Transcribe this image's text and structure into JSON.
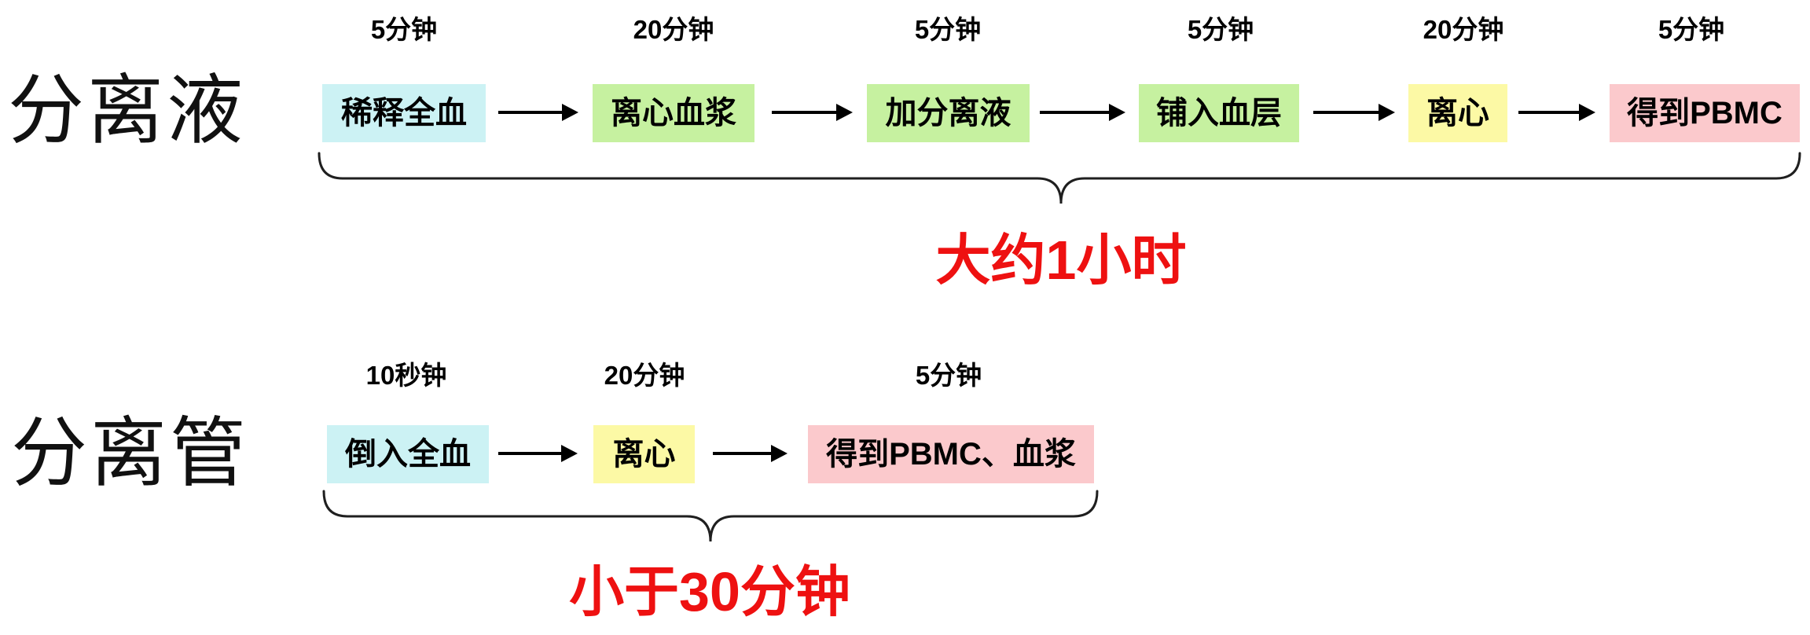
{
  "colors": {
    "cyan": "#ccf2f4",
    "green": "#c6f1a0",
    "yellow": "#fcf9a5",
    "pink": "#fbc9cc",
    "red": "#ee1111",
    "text": "#000000"
  },
  "rows": [
    {
      "label": "分离液",
      "total_time": "大约1小时",
      "steps": [
        {
          "time": "5分钟",
          "label": "稀释全血",
          "color": "cyan"
        },
        {
          "time": "20分钟",
          "label": "离心血浆",
          "color": "green"
        },
        {
          "time": "5分钟",
          "label": "加分离液",
          "color": "green"
        },
        {
          "time": "5分钟",
          "label": "铺入血层",
          "color": "green"
        },
        {
          "time": "20分钟",
          "label": "离心",
          "color": "yellow"
        },
        {
          "time": "5分钟",
          "label": "得到PBMC",
          "color": "pink"
        }
      ]
    },
    {
      "label": "分离管",
      "total_time": "小于30分钟",
      "steps": [
        {
          "time": "10秒钟",
          "label": "倒入全血",
          "color": "cyan"
        },
        {
          "time": "20分钟",
          "label": "离心",
          "color": "yellow"
        },
        {
          "time": "5分钟",
          "label": "得到PBMC、血浆",
          "color": "pink"
        }
      ]
    }
  ]
}
